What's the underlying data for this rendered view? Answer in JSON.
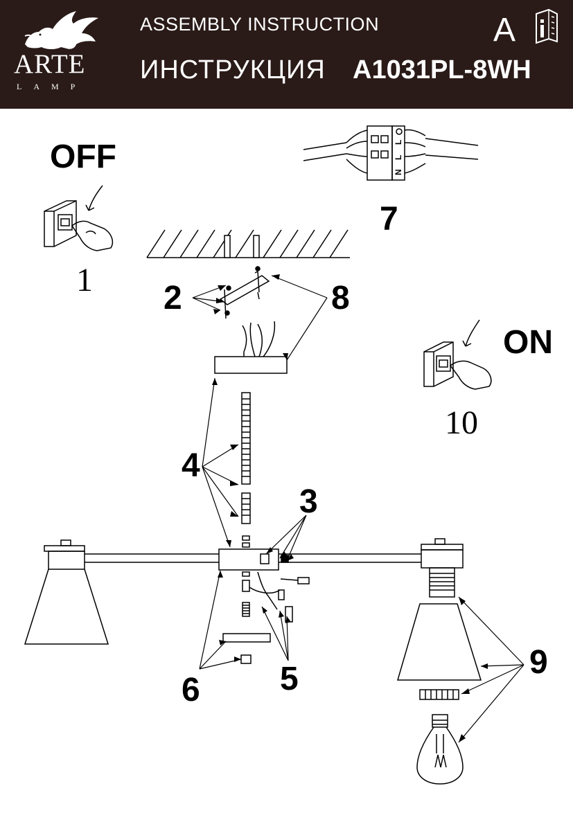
{
  "header": {
    "brand_name": "ARTE",
    "brand_sub": "LAMP",
    "title_en": "ASSEMBLY  INSTRUCTION",
    "title_ru": "ИНСТРУКЦИЯ",
    "model": "A1031PL-8WH",
    "lang_letter": "A",
    "info_icon": "manual-info-icon"
  },
  "labels": {
    "off": "OFF",
    "on": "ON",
    "step_1": "1",
    "step_2": "2",
    "step_3": "3",
    "step_4": "4",
    "step_5": "5",
    "step_6": "6",
    "step_7": "7",
    "step_8": "8",
    "step_9": "9",
    "step_10": "10"
  },
  "terminal_block": {
    "letters": [
      "N",
      "L",
      "L"
    ]
  },
  "colors": {
    "header_bg": "#2a1b18",
    "line": "#000000"
  }
}
